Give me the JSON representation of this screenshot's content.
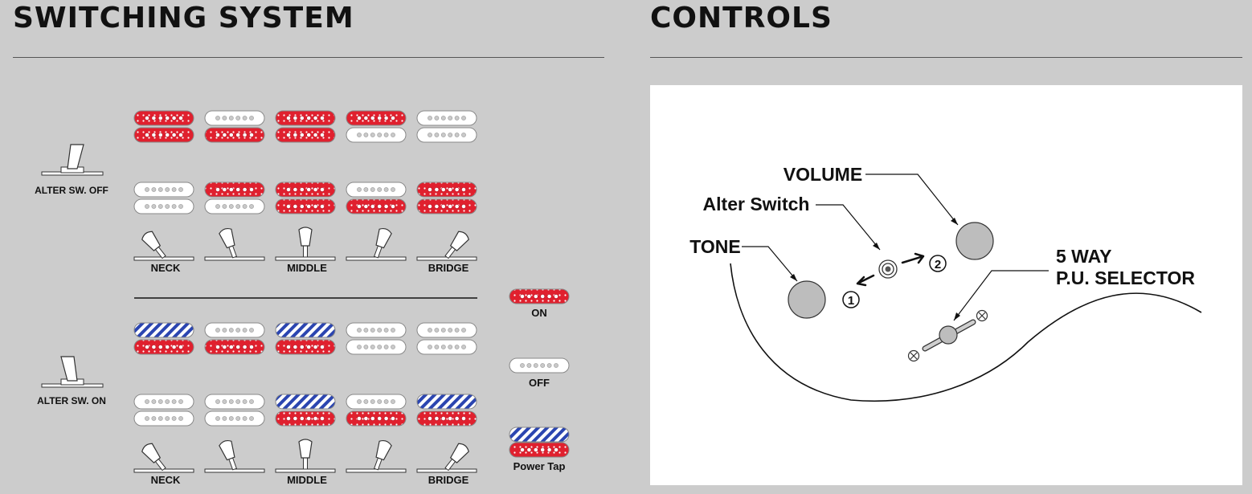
{
  "switching": {
    "title": "SWITCHING SYSTEM",
    "alter_off_label": "ALTER SW. OFF",
    "alter_on_label": "ALTER SW. ON",
    "position_labels": [
      "NECK",
      "MIDDLE",
      "BRIDGE"
    ],
    "alter_off_rows": [
      [
        [
          "on",
          "on"
        ],
        [
          "off",
          "on"
        ],
        [
          "on",
          "on"
        ],
        [
          "on",
          "off"
        ],
        [
          "off",
          "off"
        ]
      ],
      [
        [
          "off",
          "off"
        ],
        [
          "on",
          "off"
        ],
        [
          "on",
          "on"
        ],
        [
          "off",
          "on"
        ],
        [
          "on",
          "on"
        ]
      ]
    ],
    "alter_on_rows": [
      [
        [
          "tap",
          "on"
        ],
        [
          "off",
          "on"
        ],
        [
          "tap",
          "on"
        ],
        [
          "off",
          "off"
        ],
        [
          "off",
          "off"
        ]
      ],
      [
        [
          "off",
          "off"
        ],
        [
          "off",
          "off"
        ],
        [
          "tap",
          "on"
        ],
        [
          "off",
          "on"
        ],
        [
          "tap",
          "on"
        ]
      ]
    ],
    "legend": {
      "on": "ON",
      "off": "OFF",
      "power_tap": "Power Tap"
    },
    "colors": {
      "on": "#e0202e",
      "tap": "#2b45b0",
      "off": "#ffffff"
    }
  },
  "controls": {
    "title": "CONTROLS",
    "volume": "VOLUME",
    "alter_switch": "Alter Switch",
    "tone": "TONE",
    "selector_line1": "5 WAY",
    "selector_line2": "P.U. SELECTOR",
    "position_1": "1",
    "position_2": "2"
  }
}
